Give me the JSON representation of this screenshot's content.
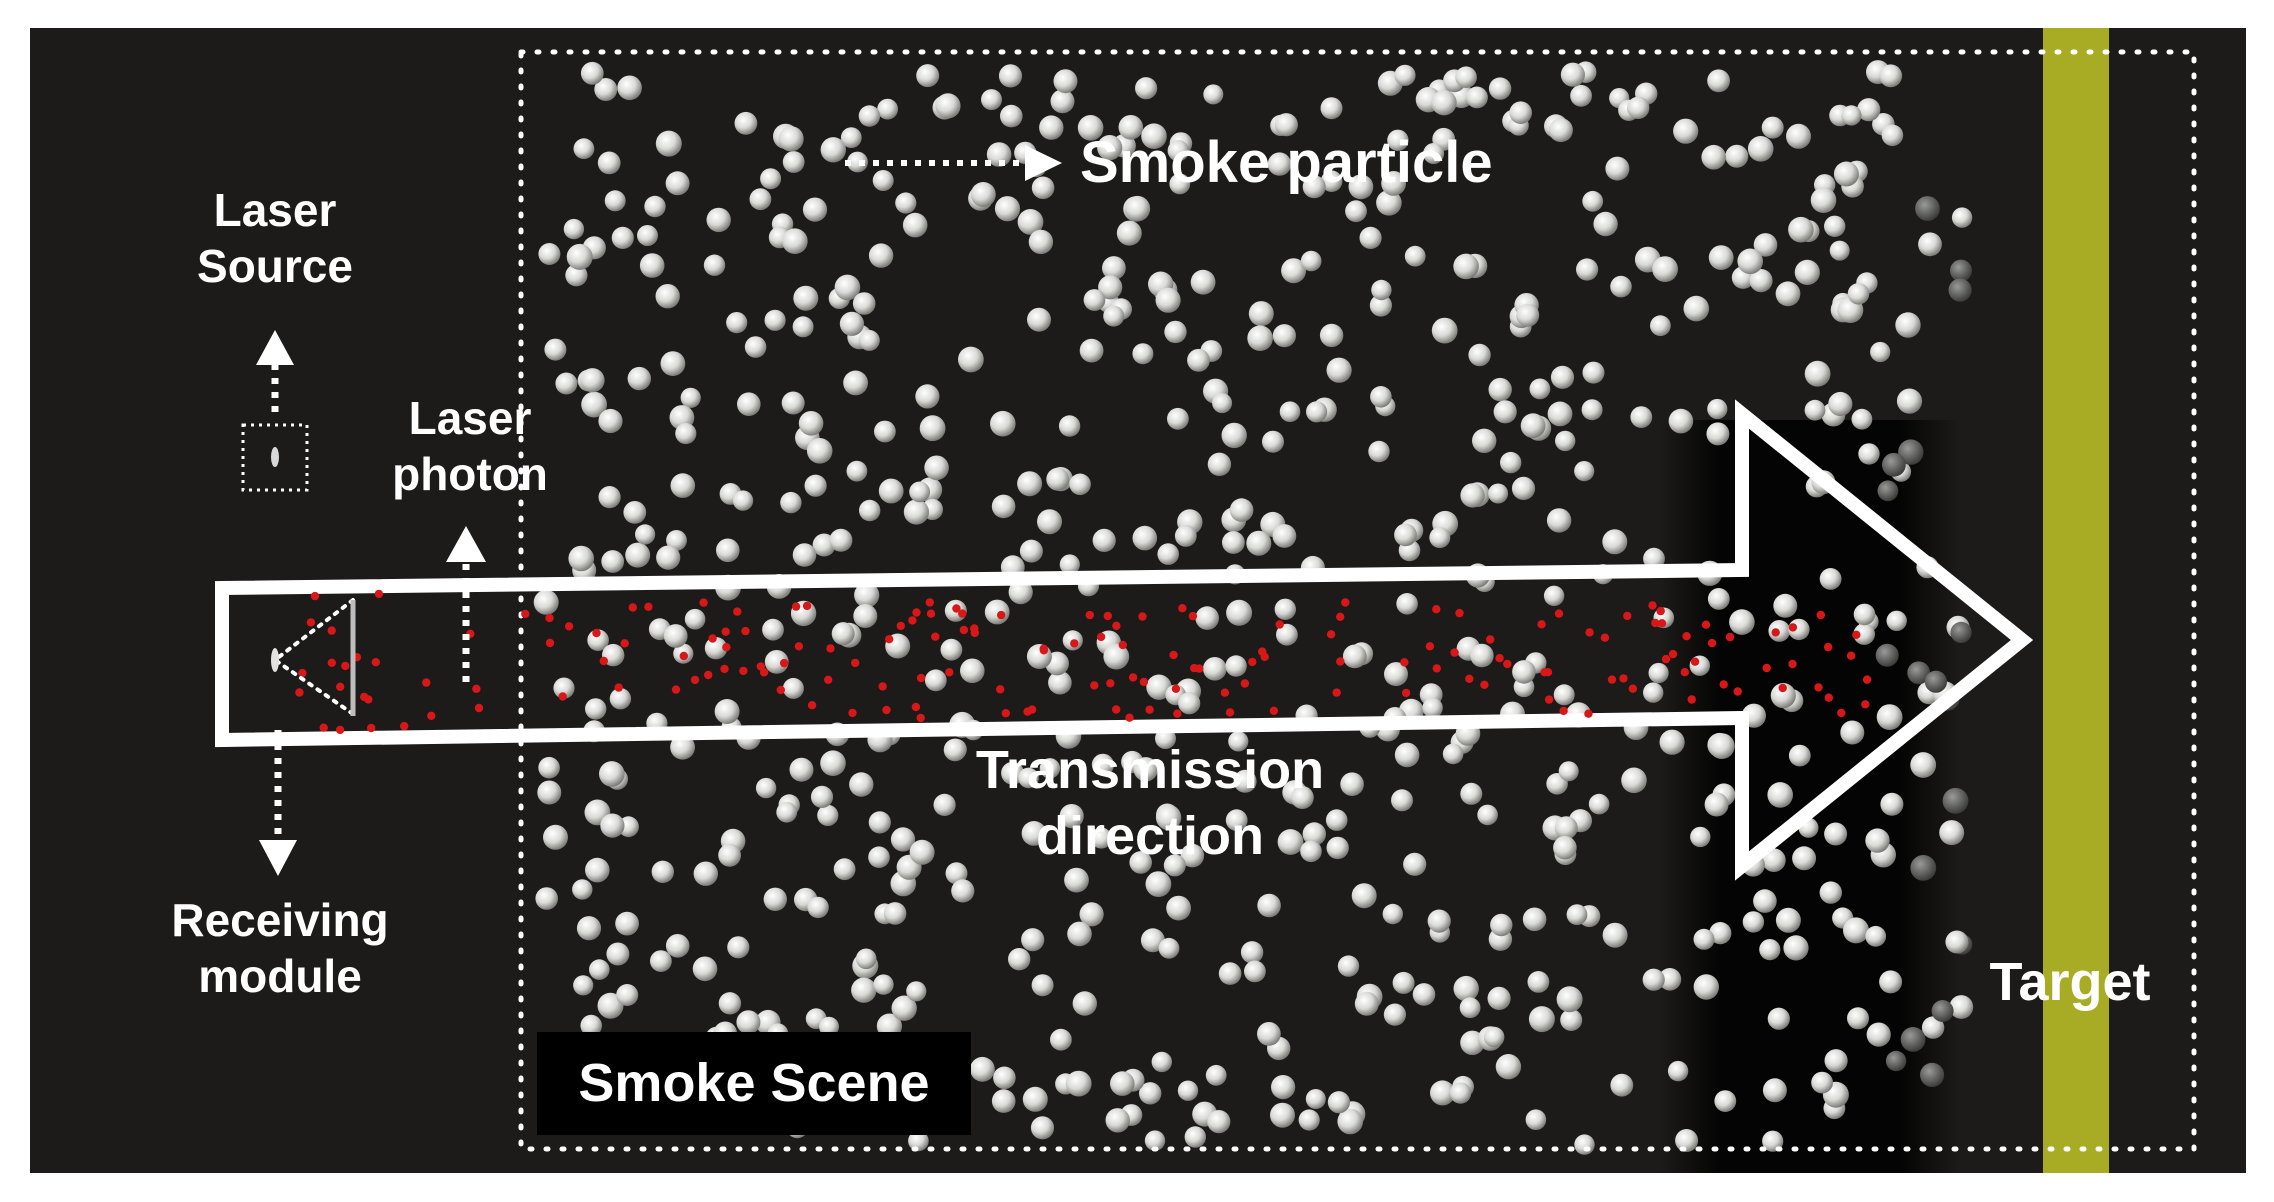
{
  "labels": {
    "laser_source": "Laser\nSource",
    "laser_photon": "Laser\nphoton",
    "receiving_module": "Receiving\nmodule",
    "smoke_particle": "Smoke particle",
    "transmission_direction": "Transmission\ndirection",
    "target": "Target",
    "smoke_scene": "Smoke Scene"
  },
  "colors": {
    "background": "#1c1b19",
    "particle": "#e6e6e3",
    "photon": "#d81818",
    "target_bar": "#a8ac24",
    "arrow_outline": "#ffffff",
    "label_box": "#000000"
  }
}
